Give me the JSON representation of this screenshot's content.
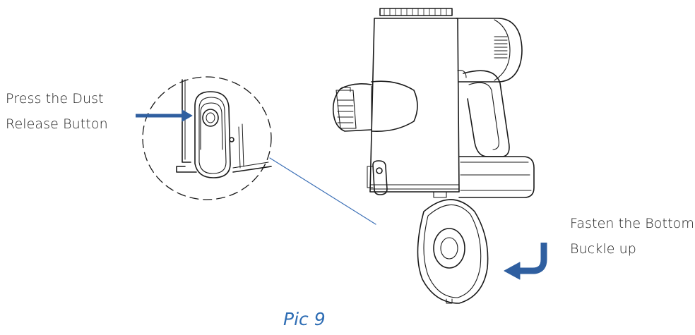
{
  "callouts": {
    "press_line1": "Press the Dust",
    "press_line2": "Release Button",
    "fasten_line1": "Fasten the Bottom",
    "fasten_line2": "Buckle up"
  },
  "caption": "Pic 9",
  "colors": {
    "arrow": "#2f5fa0",
    "leader_line": "#3b6fb6",
    "caption": "#2e6db4",
    "line_art": "#1a1a1a"
  },
  "icons": {
    "press_arrow": "arrow-right-icon",
    "fasten_arrow": "hook-arrow-left-icon"
  }
}
